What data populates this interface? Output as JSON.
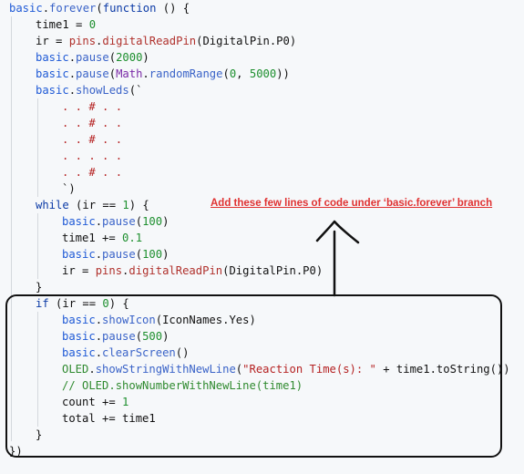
{
  "annotation": {
    "text": "Add these few lines of code under ‘basic.forever’ branch",
    "color": "#e03131"
  },
  "code": {
    "l1": {
      "a": "basic",
      "b": ".",
      "c": "forever",
      "d": "(",
      "e": "function",
      "f": " () {"
    },
    "l2": {
      "a": "time1 = ",
      "b": "0"
    },
    "l3": {
      "a": "ir = ",
      "b": "pins",
      "c": ".",
      "d": "digitalReadPin",
      "e": "(DigitalPin.P0)"
    },
    "l4": {
      "a": "basic",
      "b": ".",
      "c": "pause",
      "d": "(",
      "e": "2000",
      "f": ")"
    },
    "l5": {
      "a": "basic",
      "b": ".",
      "c": "pause",
      "d": "(",
      "e": "Math",
      "f": ".",
      "g": "randomRange",
      "h": "(",
      "i": "0",
      "j": ", ",
      "k": "5000",
      "l": "))"
    },
    "l6": {
      "a": "basic",
      "b": ".",
      "c": "showLeds",
      "d": "(`"
    },
    "leds": [
      ". . # . .",
      ". . # . .",
      ". . # . .",
      ". . . . .",
      ". . # . ."
    ],
    "l12": {
      "a": "`)"
    },
    "l13": {
      "a": "while",
      "b": " (ir == ",
      "c": "1",
      "d": ") {"
    },
    "l14": {
      "a": "basic",
      "b": ".",
      "c": "pause",
      "d": "(",
      "e": "100",
      "f": ")"
    },
    "l15": {
      "a": "time1 += ",
      "b": "0.1"
    },
    "l16": {
      "a": "basic",
      "b": ".",
      "c": "pause",
      "d": "(",
      "e": "100",
      "f": ")"
    },
    "l17": {
      "a": "ir = ",
      "b": "pins",
      "c": ".",
      "d": "digitalReadPin",
      "e": "(DigitalPin.P0)"
    },
    "l18": {
      "a": "}"
    },
    "l19": {
      "a": "if",
      "b": " (ir == ",
      "c": "0",
      "d": ") {"
    },
    "l20": {
      "a": "basic",
      "b": ".",
      "c": "showIcon",
      "d": "(IconNames.Yes)"
    },
    "l21": {
      "a": "basic",
      "b": ".",
      "c": "pause",
      "d": "(",
      "e": "500",
      "f": ")"
    },
    "l22": {
      "a": "basic",
      "b": ".",
      "c": "clearScreen",
      "d": "()"
    },
    "l23": {
      "a": "OLED",
      "b": ".",
      "c": "showStringWithNewLine",
      "d": "(",
      "e": "\"Reaction Time(s): \"",
      "f": " + time1.toString())"
    },
    "l24": {
      "a": "// OLED.showNumberWithNewLine(time1)"
    },
    "l25": {
      "a": "count += ",
      "b": "1"
    },
    "l26": {
      "a": "total += time1"
    },
    "l27": {
      "a": "}"
    },
    "l28": {
      "a": "})"
    }
  }
}
